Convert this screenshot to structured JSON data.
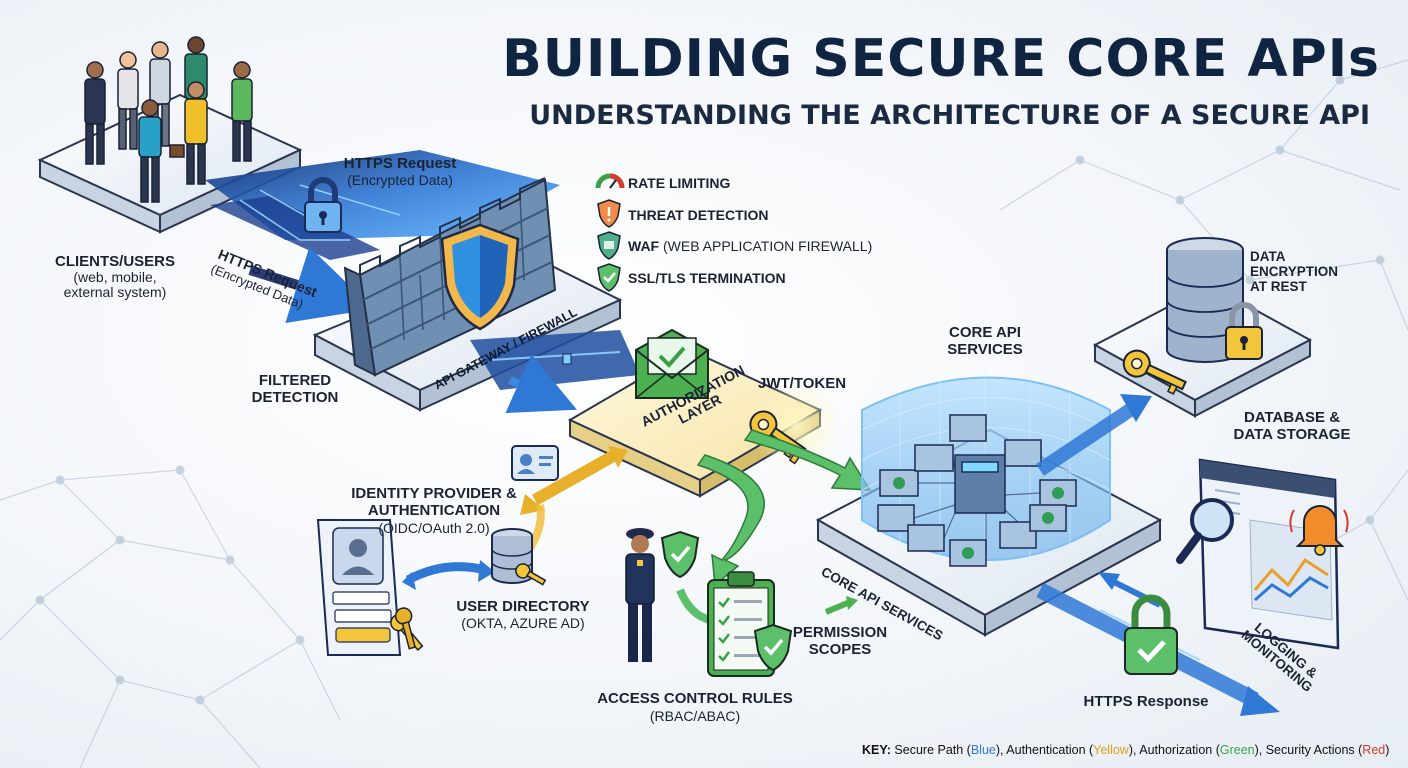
{
  "title": "BUILDING SECURE CORE APIs",
  "subtitle": {
    "pre": "UNDERSTANDING THE ",
    "emph": "ARCHITECTURE",
    "post": " OF A SECURE API"
  },
  "clients": {
    "label": "CLIENTS/USERS",
    "detail": "(web, mobile, external system)"
  },
  "https_request_top": {
    "label": "HTTPS Request",
    "detail": "(Encrypted Data)"
  },
  "https_request_side": {
    "label": "HTTPS Request",
    "detail": "(Encrypted Data)"
  },
  "gateway_label": "API GATEWAY / FIREWALL",
  "filtered_detection": "FILTERED DETECTION",
  "gateway_features": [
    {
      "label": "RATE LIMITING",
      "detail": ""
    },
    {
      "label": "THREAT DETECTION",
      "detail": ""
    },
    {
      "label": "WAF",
      "detail": " (WEB APPLICATION FIREWALL)"
    },
    {
      "label": "SSL/TLS TERMINATION",
      "detail": ""
    }
  ],
  "authorization_layer": "AUTHORIZATION LAYER",
  "jwt_token": "JWT/TOKEN",
  "identity_provider": {
    "label": "IDENTITY PROVIDER & AUTHENTICATION",
    "detail": "(OIDC/OAuth 2.0)"
  },
  "user_directory": {
    "label": "USER DIRECTORY",
    "detail": "(OKTA, AZURE AD)"
  },
  "access_control": {
    "label": "ACCESS CONTROL RULES",
    "detail": "(RBAC/ABAC)"
  },
  "permission_scopes": "PERMISSION SCOPES",
  "core_api_top": "CORE API SERVICES",
  "core_api_platform": "CORE API SERVICES",
  "data_encryption": "DATA ENCRYPTION AT REST",
  "database": "DATABASE & DATA STORAGE",
  "logging": "LOGGING & MONITORING",
  "https_response": "HTTPS Response",
  "key_legend": {
    "prefix": "KEY:",
    "secure": " Secure Path (",
    "blue": "Blue",
    "auth": "), Authentication (",
    "yellow": "Yellow",
    "authz": "), Authorization (",
    "green": "Green",
    "sec": "), Security Actions (",
    "red": "Red",
    "end": ")"
  },
  "colors": {
    "secure_path": "#2f78d6",
    "authentication": "#e8b02a",
    "authorization": "#4caf50",
    "security_actions": "#d33b2c",
    "title": "#0f2440"
  },
  "icons": [
    "users-icon",
    "lock-icon",
    "shield-icon",
    "firewall-wall-icon",
    "gauge-icon",
    "threat-shield-icon",
    "waf-shield-icon",
    "check-shield-icon",
    "envelope-check-icon",
    "key-icon",
    "id-card-icon",
    "database-icon",
    "login-form-icon",
    "keys-icon",
    "guard-icon",
    "clipboard-checklist-icon",
    "server-cluster-icon",
    "database-lock-icon",
    "magnifier-icon",
    "bell-icon",
    "chart-icon",
    "padlock-check-icon"
  ]
}
